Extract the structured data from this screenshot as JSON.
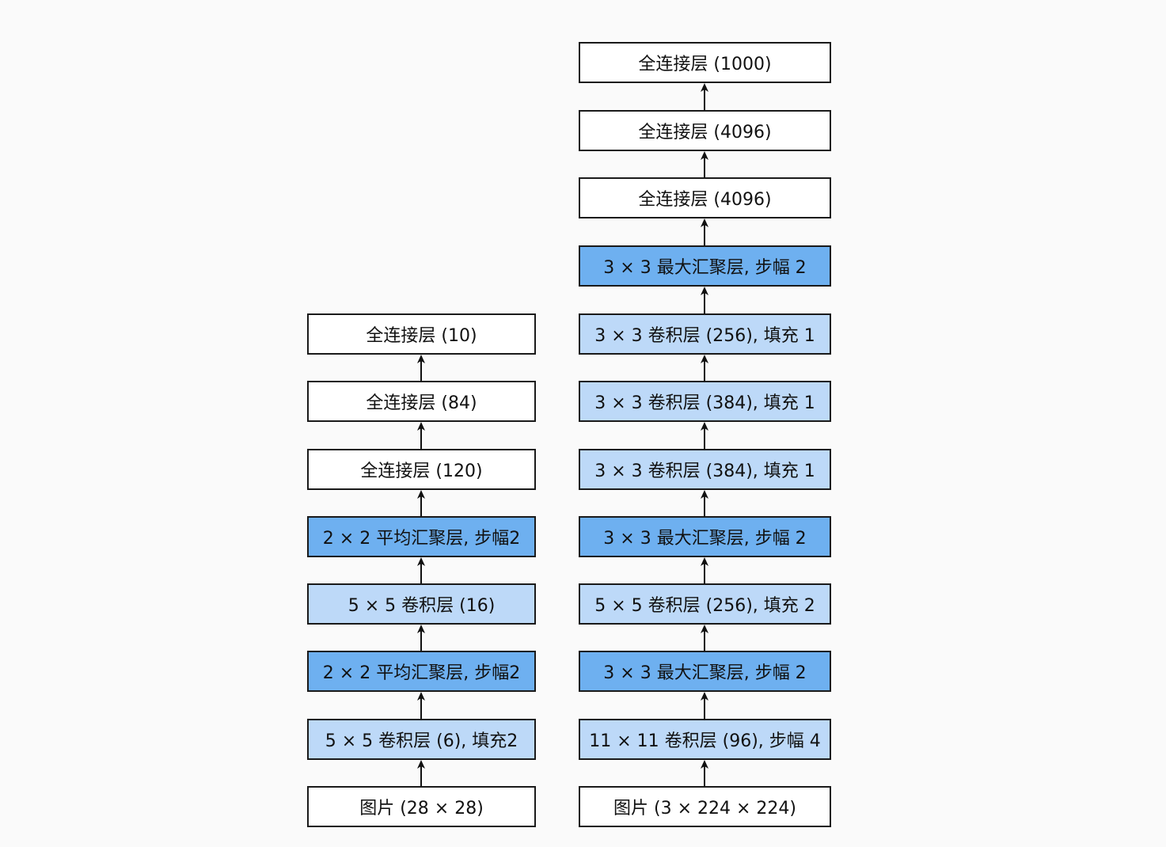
{
  "lenet": {
    "layers": [
      {
        "label": "全连接层 (10)",
        "kind": "fc"
      },
      {
        "label": "全连接层 (84)",
        "kind": "fc"
      },
      {
        "label": "全连接层 (120)",
        "kind": "fc"
      },
      {
        "label": "2 × 2 平均汇聚层, 步幅2",
        "kind": "pool"
      },
      {
        "label": "5 × 5 卷积层 (16)",
        "kind": "conv"
      },
      {
        "label": "2 × 2 平均汇聚层, 步幅2",
        "kind": "pool"
      },
      {
        "label": "5 × 5 卷积层 (6), 填充2",
        "kind": "conv"
      },
      {
        "label": "图片 (28 × 28)",
        "kind": "input"
      }
    ]
  },
  "alexnet": {
    "layers": [
      {
        "label": "全连接层 (1000)",
        "kind": "fc"
      },
      {
        "label": "全连接层 (4096)",
        "kind": "fc"
      },
      {
        "label": "全连接层 (4096)",
        "kind": "fc"
      },
      {
        "label": "3 × 3 最大汇聚层, 步幅 2",
        "kind": "pool"
      },
      {
        "label": "3 × 3 卷积层 (256), 填充 1",
        "kind": "conv"
      },
      {
        "label": "3 × 3 卷积层 (384), 填充 1",
        "kind": "conv"
      },
      {
        "label": "3 × 3 卷积层 (384), 填充 1",
        "kind": "conv"
      },
      {
        "label": "3 × 3 最大汇聚层, 步幅 2",
        "kind": "pool"
      },
      {
        "label": "5 × 5 卷积层 (256), 填充 2",
        "kind": "conv"
      },
      {
        "label": "3 × 3 最大汇聚层, 步幅 2",
        "kind": "pool"
      },
      {
        "label": "11 × 11 卷积层 (96), 步幅 4",
        "kind": "conv"
      },
      {
        "label": "图片 (3 × 224 × 224)",
        "kind": "input"
      }
    ]
  },
  "colors": {
    "fc": "#ffffff",
    "conv": "#bdd9f8",
    "pool": "#6eb0f0",
    "border": "#1a1a1a",
    "background": "#fafafa"
  }
}
